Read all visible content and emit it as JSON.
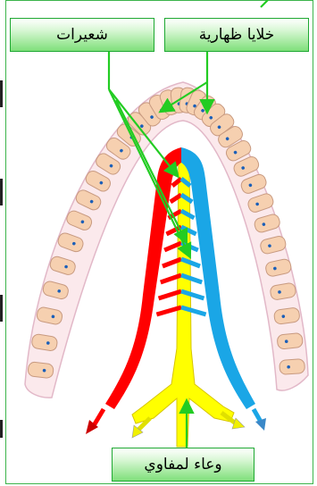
{
  "labels": {
    "capillaries": "شعيرات",
    "epithelial_cells": "خلايا ظهارية",
    "lacteal": "وعاء لمفاوي"
  },
  "colors": {
    "artery": "#ff0000",
    "vein": "#1aa6e6",
    "lacteal": "#ffff00",
    "epithelium_cell": "#f6d0b0",
    "nucleus": "#1b5fb8",
    "outline": "#e2b8c8",
    "pointer": "#22cc22",
    "frame": "#3cb44b"
  },
  "icons": [
    "red-arrow-icon",
    "yellow-arrow-icon",
    "blue-arrow-icon"
  ]
}
